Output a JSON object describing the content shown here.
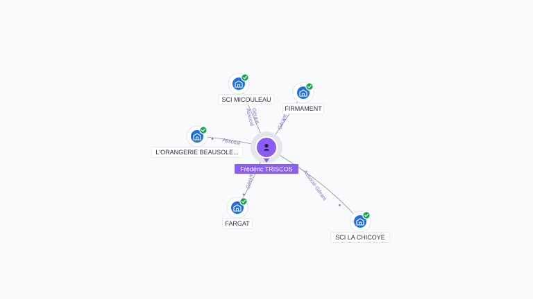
{
  "center": {
    "name": "Frédéric TRISCOS",
    "icon": "user-icon",
    "color": "#8b5cf6"
  },
  "companies": [
    {
      "id": "sci-micouleau",
      "name": "SCI MICOULEAU",
      "icon": "building-icon",
      "verified": true
    },
    {
      "id": "firmament",
      "name": "FIRMAMENT",
      "icon": "building-icon",
      "verified": true
    },
    {
      "id": "lorangerie",
      "name": "L'ORANGERIE BEAUSOLE...",
      "icon": "building-icon",
      "verified": true
    },
    {
      "id": "fargat",
      "name": "FARGAT",
      "icon": "building-icon",
      "verified": true
    },
    {
      "id": "sci-la-chicoye",
      "name": "SCI LA CHICOYE",
      "icon": "building-icon",
      "verified": true
    }
  ],
  "links": [
    {
      "target": "sci-micouleau",
      "labels": [
        "Gérant",
        "Associé"
      ]
    },
    {
      "target": "firmament",
      "labels": [
        "Gérant"
      ]
    },
    {
      "target": "lorangerie",
      "labels": [
        "Associé"
      ]
    },
    {
      "target": "fargat",
      "labels": [
        "Gérant"
      ]
    },
    {
      "target": "sci-la-chicoye",
      "labels": [
        "Associé-Gérant"
      ]
    }
  ],
  "colors": {
    "company": "#1d6fe0",
    "verified": "#1aa24b",
    "edge_label": "#7b6fd6",
    "background": "#f9fafc"
  }
}
